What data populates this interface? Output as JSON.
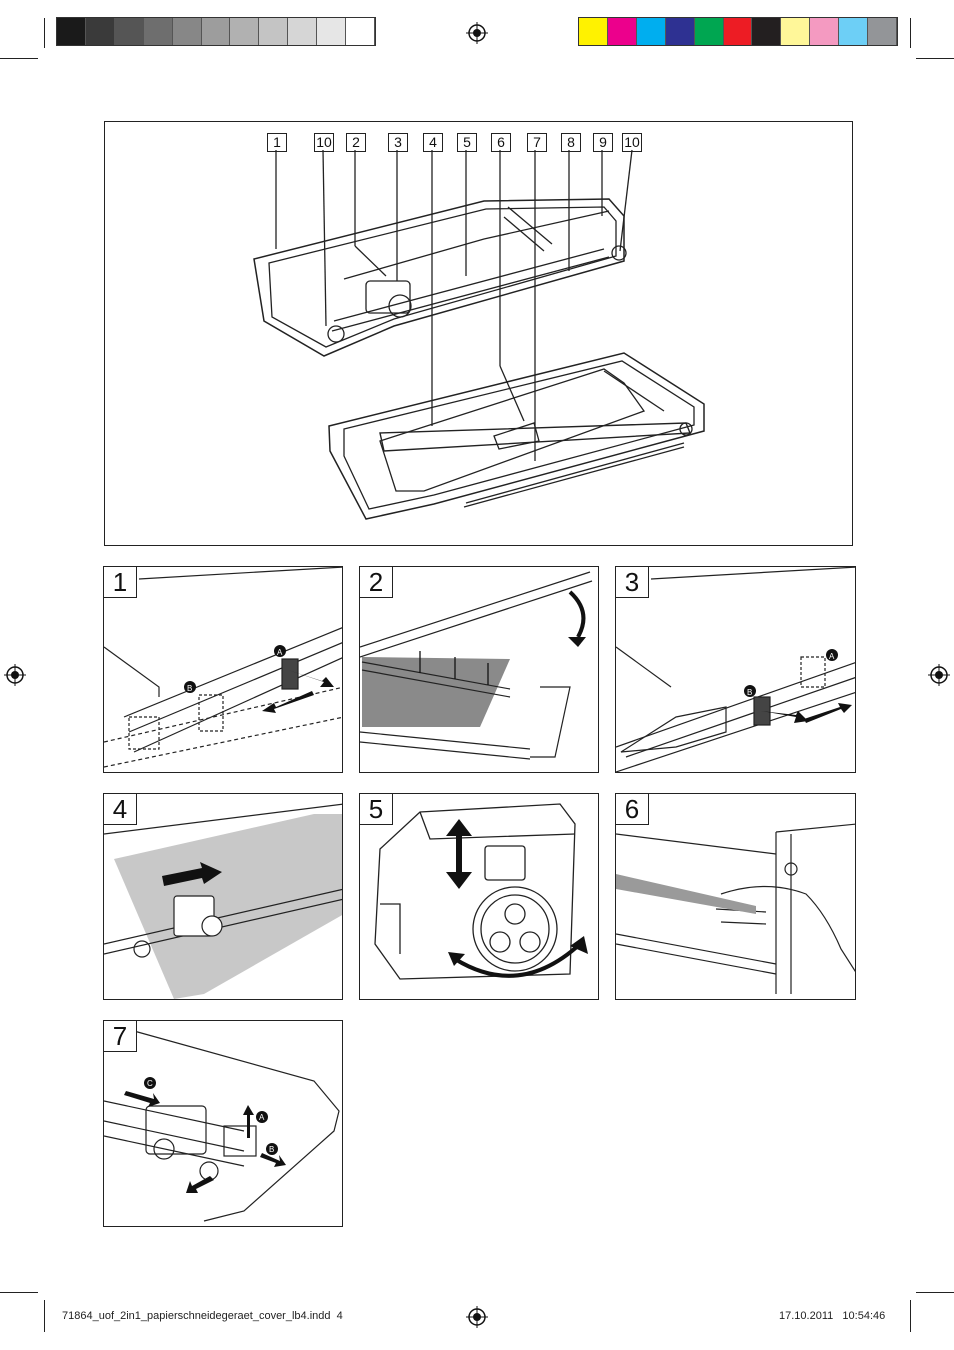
{
  "print_marks": {
    "gray_scale": [
      "#1a1a1a",
      "#3a3a3a",
      "#555555",
      "#6e6e6e",
      "#878787",
      "#9d9d9d",
      "#b1b1b1",
      "#c4c4c4",
      "#d6d6d6",
      "#e6e6e6",
      "#ffffff"
    ],
    "color_bar": [
      "#fff200",
      "#ec008c",
      "#00aeef",
      "#2e3192",
      "#00a651",
      "#ed1c24",
      "#231f20",
      "#fff799",
      "#f49ac1",
      "#6dcff6",
      "#939598"
    ]
  },
  "overview": {
    "callouts": [
      "1",
      "10",
      "2",
      "3",
      "4",
      "5",
      "6",
      "7",
      "8",
      "9",
      "10"
    ]
  },
  "steps": [
    {
      "number": "1",
      "labels": [
        "A",
        "B"
      ]
    },
    {
      "number": "2",
      "labels": []
    },
    {
      "number": "3",
      "labels": [
        "A",
        "B"
      ]
    },
    {
      "number": "4",
      "labels": []
    },
    {
      "number": "5",
      "labels": []
    },
    {
      "number": "6",
      "labels": []
    },
    {
      "number": "7",
      "labels": [
        "C",
        "A",
        "B"
      ]
    }
  ],
  "footer": {
    "file": "71864_uof_2in1_papierschneidegeraet_cover_lb4.indd",
    "page": "4",
    "date": "17.10.2011",
    "time": "10:54:46"
  }
}
